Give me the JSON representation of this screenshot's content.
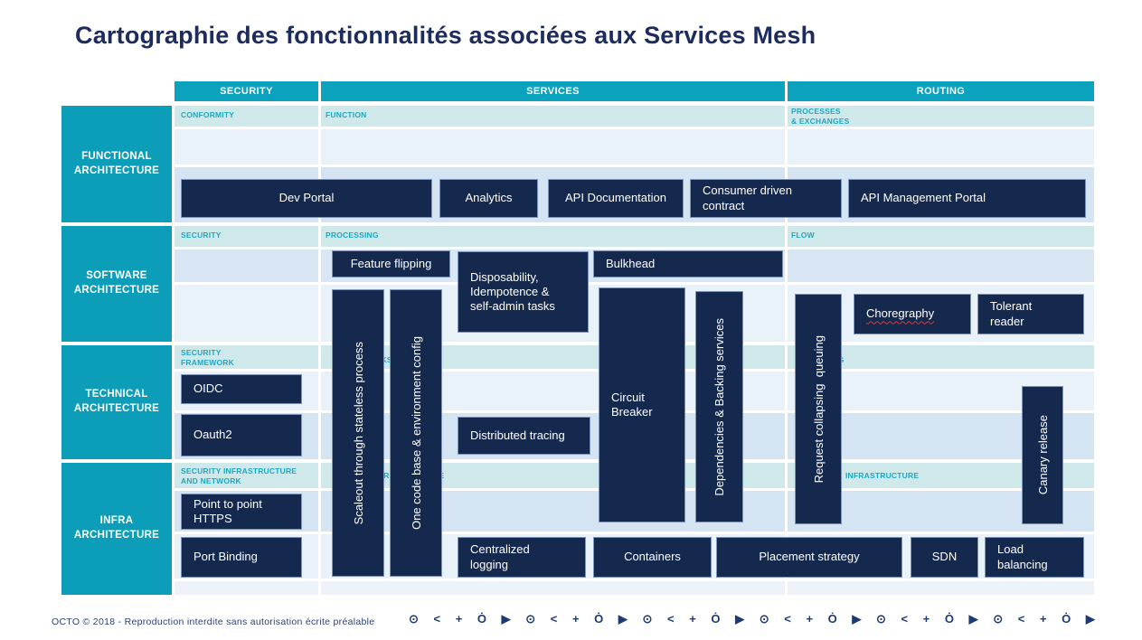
{
  "title": "Cartographie des fonctionnalités associées aux Services Mesh",
  "columns": {
    "security": "SECURITY",
    "services": "SERVICES",
    "routing": "ROUTING"
  },
  "rows": {
    "functional": {
      "label": "FUNCTIONAL\nARCHITECTURE",
      "sub_security": "CONFORMITY",
      "sub_services": "FUNCTION",
      "sub_routing": "PROCESSES\n& EXCHANGES"
    },
    "software": {
      "label": "SOFTWARE\nARCHITECTURE",
      "sub_security": "SECURITY",
      "sub_services": "PROCESSING",
      "sub_routing": "FLOW"
    },
    "technical": {
      "label": "TECHNICAL\nARCHITECTURE",
      "sub_security": "SECURITY\nFRAMEWORK",
      "sub_services": "FRAMEWORKS",
      "sub_routing": "ROUTING"
    },
    "infra": {
      "label": "INFRA\nARCHITECTURE",
      "sub_security": "SECURITY INFRASTRUCTURE\nAND NETWORK",
      "sub_services": "INFRASTRUCTURE",
      "sub_routing": "INFRASTRUCTURE"
    }
  },
  "boxes": {
    "dev_portal": "Dev Portal",
    "analytics": "Analytics",
    "api_documentation": "API Documentation",
    "consumer_driven_contract": "Consumer driven\ncontract",
    "api_management_portal": "API Management Portal",
    "feature_flipping": "Feature flipping",
    "disposability": "Disposability,\nIdempotence &\nself-admin tasks",
    "bulkhead": "Bulkhead",
    "choregraphy": "Choregraphy",
    "tolerant_reader": "Tolerant\nreader",
    "oidc": "OIDC",
    "oauth2": "Oauth2",
    "distributed_tracing": "Distributed tracing",
    "point_to_point_https": "Point to point\nHTTPS",
    "port_binding": "Port Binding",
    "centralized_logging": "Centralized\nlogging",
    "containers": "Containers",
    "placement_strategy": "Placement strategy",
    "sdn": "SDN",
    "load_balancing": "Load\nbalancing"
  },
  "vertical_bars": {
    "scaleout": "Scaleout through stateless process",
    "one_code_base": "One code base & environment config",
    "circuit_breaker": "Circuit\nBreaker",
    "dependencies": "Dependencies & Backing services",
    "request_collapsing": "Request collapsing  queuing",
    "canary_release": "Canary release"
  },
  "footer": {
    "copyright": "OCTO © 2018 - Reproduction interdite sans autorisation écrite préalable",
    "icon_strip": "⊙ < + Ȯ ▶ ⊙ < + Ȯ ▶ ⊙ < + Ȯ ▶ ⊙ < + Ȯ ▶ ⊙ < + Ȯ ▶ ⊙ < + Ȯ ▶"
  },
  "colors": {
    "teal_header": "#0aa2bd",
    "teal_row_label": "#0c9db8",
    "subheader_band": "#cfe9ea",
    "subheader_text": "#21a6c0",
    "band_light": "#e9f1f9",
    "band_dark": "#d5e4f2",
    "box_navy": "#15294f",
    "title_navy": "#1d2c5d",
    "squiggle_red": "#d93a3a"
  }
}
